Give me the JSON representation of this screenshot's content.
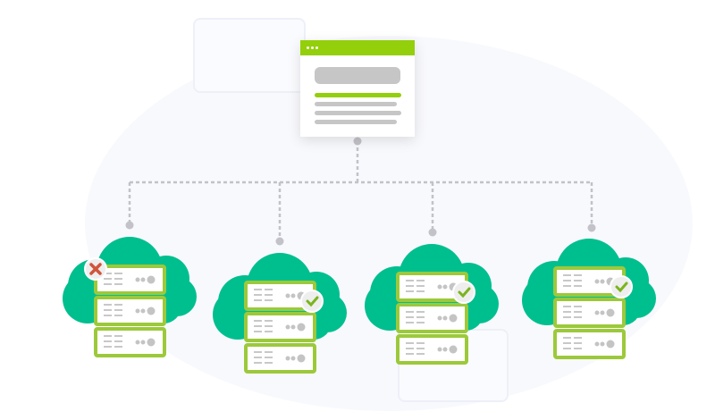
{
  "colors": {
    "accent": "#93cf0b",
    "cloud": "#00bf8f",
    "server_border": "#9cc93b",
    "ok": "#7ab51d",
    "fail": "#d0553a",
    "connector": "#c2c2c8"
  },
  "app_window": {
    "icon": "browser-window-icon",
    "status": "source"
  },
  "nodes": [
    {
      "name": "cloud-server-1",
      "status": "error",
      "badge_icon": "x-icon"
    },
    {
      "name": "cloud-server-2",
      "status": "ok",
      "badge_icon": "check-icon"
    },
    {
      "name": "cloud-server-3",
      "status": "ok",
      "badge_icon": "check-icon"
    },
    {
      "name": "cloud-server-4",
      "status": "ok",
      "badge_icon": "check-icon"
    }
  ]
}
